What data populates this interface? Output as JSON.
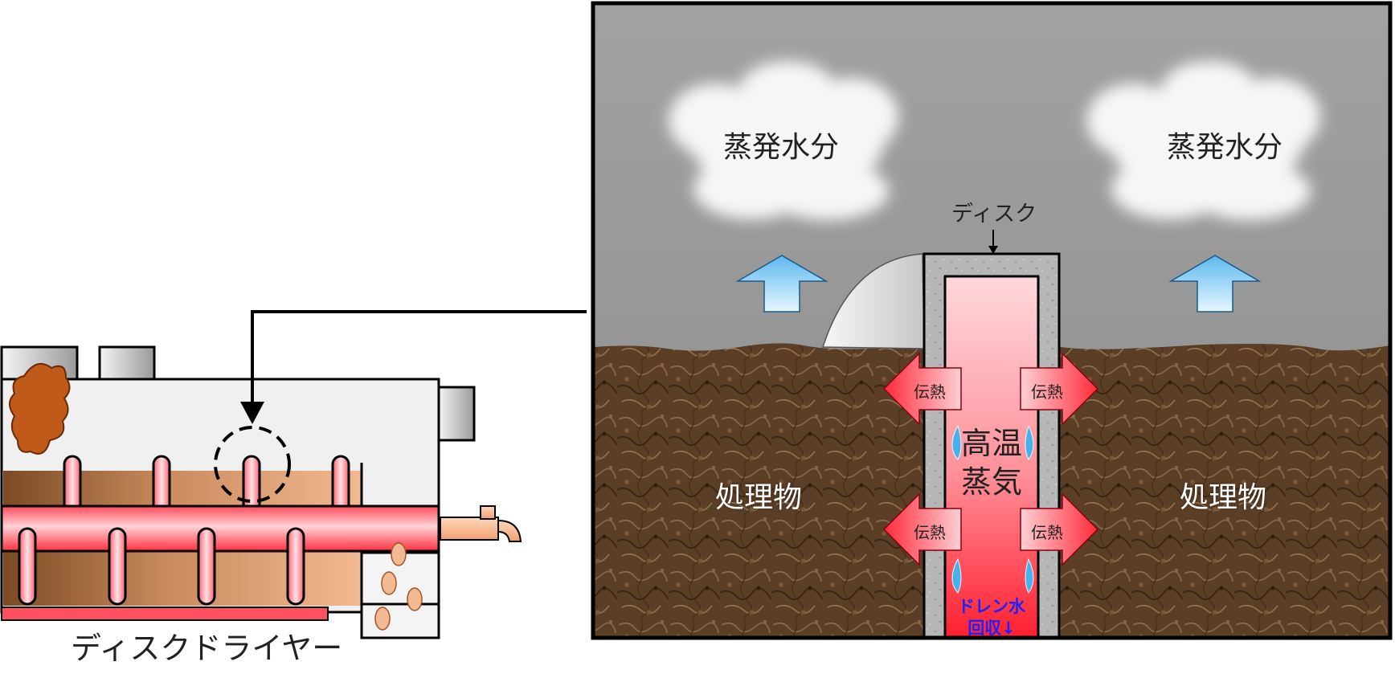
{
  "labels": {
    "dryer_name": "ディスクドライヤー",
    "disk": "ディスク",
    "evaporated_water_left": "蒸発水分",
    "evaporated_water_right": "蒸発水分",
    "treated_material_left": "処理物",
    "treated_material_right": "処理物",
    "heat_transfer_upper_left": "伝熱",
    "heat_transfer_upper_right": "伝熱",
    "heat_transfer_lower_left": "伝熱",
    "heat_transfer_lower_right": "伝熱",
    "high_temp_steam_line1": "高温",
    "high_temp_steam_line2": "蒸気",
    "drain_line1": "ドレン水",
    "drain_line2": "回収↓"
  },
  "colors": {
    "sky": "#9a9a9a",
    "soil": "#5a3d25",
    "steam_light": "#ffd8dc",
    "steam_dark": "#ff2f3f",
    "disk_wall": "#b8b8b8",
    "heat_arrow": "#ff4b55",
    "evap_arrow": "#8fd3f4",
    "material": "#c98a5c",
    "drain_text": "#1a22ff"
  }
}
